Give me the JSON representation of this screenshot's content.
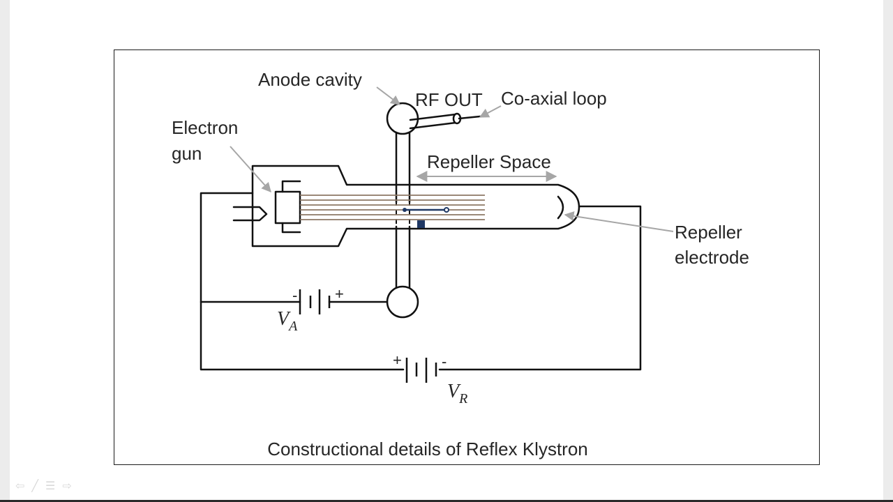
{
  "labels": {
    "anode_cavity": "Anode cavity",
    "rf_out": "RF OUT",
    "coaxial_loop": "Co-axial loop",
    "electron_gun_line1": "Electron",
    "electron_gun_line2": "gun",
    "repeller_space": "Repeller Space",
    "repeller_electrode_line1": "Repeller",
    "repeller_electrode_line2": "electrode",
    "anode_supply_symbol": "V",
    "anode_supply_sub": "A",
    "repeller_supply_symbol": "V",
    "repeller_supply_sub": "R",
    "plus": "+",
    "minus": "-"
  },
  "caption": "Constructional details of Reflex Klystron",
  "colors": {
    "line": "#111111",
    "arrow": "#a6a6a6",
    "beam": "#8b7765",
    "marker": "#1f3864"
  },
  "icons": [
    "prev-arrow-icon",
    "pen-icon",
    "menu-icon",
    "next-arrow-icon"
  ]
}
